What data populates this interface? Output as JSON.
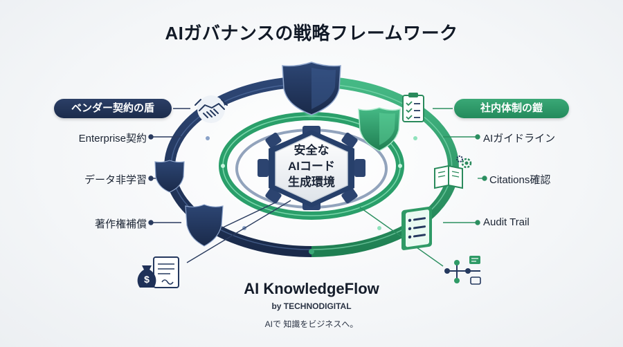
{
  "title": "AIガバナンスの戦略フレームワーク",
  "left": {
    "header": "ベンダー契約の盾",
    "items": [
      "Enterprise契約",
      "データ非学習",
      "著作権補償"
    ]
  },
  "right": {
    "header": "社内体制の鎧",
    "items": [
      "AIガイドライン",
      "Citations確認",
      "Audit Trail"
    ]
  },
  "center": {
    "lines": [
      "安全な",
      "AIコード",
      "生成環境"
    ]
  },
  "brand": {
    "name": "AI KnowledgeFlow",
    "by": "by TECHNODIGITAL",
    "tagline": "AIで 知識をビジネスへ。"
  },
  "colors": {
    "navy": "#1f3158",
    "green": "#2e9e6b",
    "text": "#1b2433"
  },
  "icons": [
    "shield-icon",
    "handshake-icon",
    "checklist-icon",
    "book-gear-icon",
    "document-list-icon",
    "money-contract-icon",
    "workflow-icon"
  ]
}
